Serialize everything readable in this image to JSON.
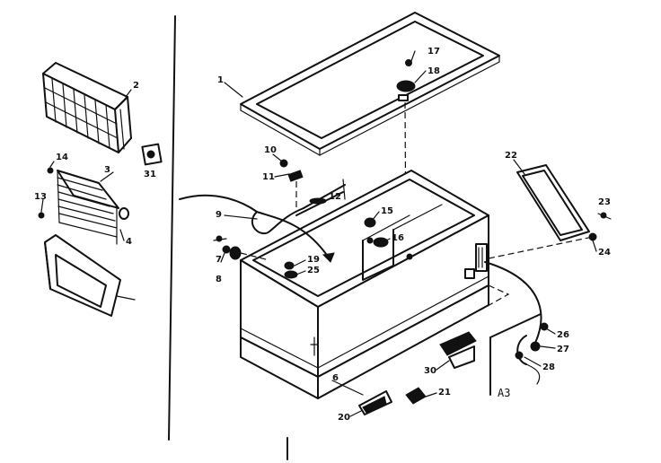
{
  "diagram": {
    "callouts": {
      "c1": "1",
      "c2": "2",
      "c3": "3",
      "c4": "4",
      "c6": "6",
      "c7": "7",
      "c8": "8",
      "c9": "9",
      "c10": "10",
      "c11": "11",
      "c12": "12",
      "c13": "13",
      "c14": "14",
      "c15": "15",
      "c16": "16",
      "c17": "17",
      "c18": "18",
      "c19": "19",
      "c20": "20",
      "c21": "21",
      "c22": "22",
      "c23": "23",
      "c24": "24",
      "c25": "25",
      "c26": "26",
      "c27": "27",
      "c28": "28",
      "c30": "30",
      "c31": "31"
    },
    "section_label": "A3"
  },
  "colors": {
    "ink": "#111111",
    "paper": "#ffffff"
  }
}
